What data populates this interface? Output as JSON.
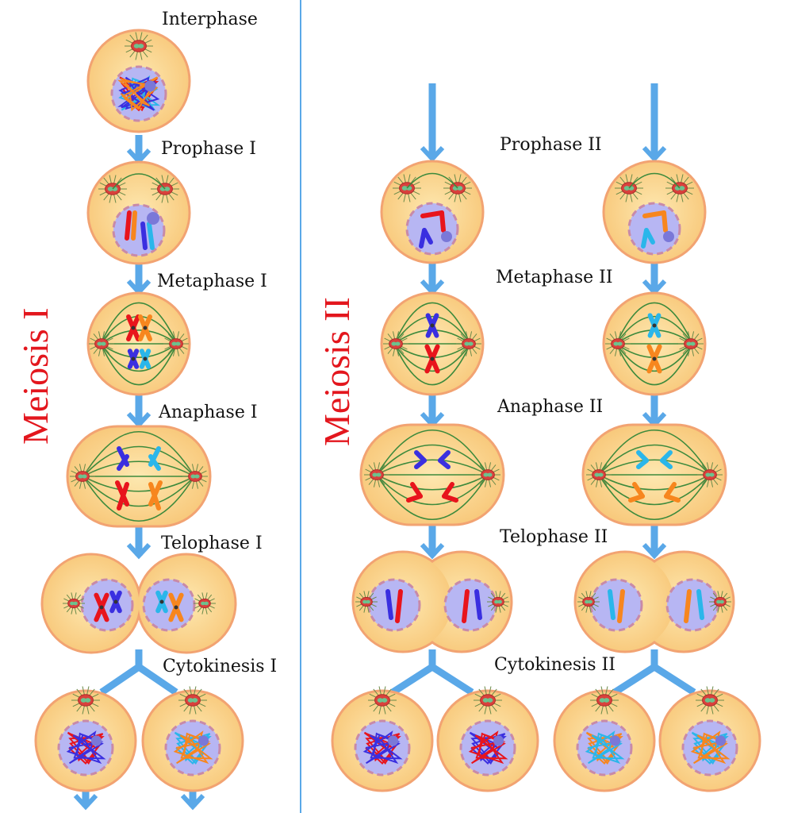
{
  "titles": {
    "meiosis1": "Meiosis I",
    "meiosis2": "Meiosis II"
  },
  "stages1": [
    "Interphase",
    "Prophase I",
    "Metaphase I",
    "Anaphase I",
    "Telophase I",
    "Cytokinesis I"
  ],
  "stages2": [
    "Prophase II",
    "Metaphase II",
    "Anaphase II",
    "Telophase II",
    "Cytokinesis II"
  ],
  "colors": {
    "title": "#e3161d",
    "arrow": "#5aa8e8",
    "divider": "#5aa8e8",
    "cell": "#fbd38d",
    "cell_border": "#f2a372",
    "nucleus": "#b7b6f3",
    "spindle": "#3c8a3c",
    "chrom_red": "#e8141c",
    "chrom_orange": "#f7861e",
    "chrom_blue": "#3a2fe0",
    "chrom_cyan": "#2ab6ea"
  }
}
